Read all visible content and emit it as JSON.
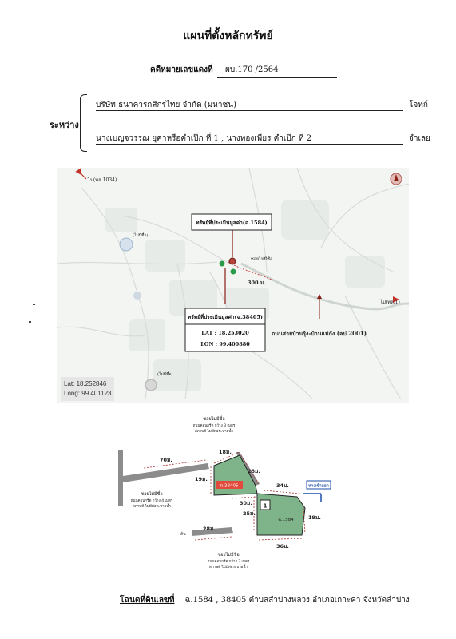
{
  "title": "แผนที่ตั้งหลักทรัพย์",
  "case": {
    "label": "คดีหมายเลขแดงที่",
    "value": "ผบ.170 /2564"
  },
  "between_label": "ระหว่าง",
  "parties": [
    {
      "name": "บริษัท  ธนาคารกสิกรไทย  จำกัด  (มหาชน)",
      "role": "โจทก์"
    },
    {
      "name": "นางเบญจวรรณ  ยุคาหรือคำเป๊ก  ที่ 1 , นางทองเพียร  คำเป๊ก  ที่ 2",
      "role": "จำเลย"
    }
  ],
  "map": {
    "road_top_left": "ไป(ทล.1034)",
    "road_right": "ไป(ทล.1)",
    "property_a_label": "ทรัพย์ที่ประเมินมูลค่า(ฉ.1584)",
    "property_b_label": "ทรัพย์ที่ประเมินมูลค่า(ฉ.38405)",
    "lat": "LAT : 18.253020",
    "lon": "LON : 99.400880",
    "alley_label": "ซอยไม่มีชื่อ",
    "distance_label": "300 ม.",
    "main_road_label": "ถนนสายบ้านรุ้ง-บ้านแม่กัง (ลป.2001)",
    "place_1": "(ไม่มีชื่อ)",
    "place_2": "(ไม่มีชื่อ)",
    "coord_lat": "Lat: 18.252846",
    "coord_long": "Long: 99.401123"
  },
  "plan": {
    "top_road_title": "ซอยไม่มีชื่อ",
    "top_road_desc_1": "ถนนคอนกรีต กว้าง 3 เมตร",
    "top_road_desc_2": "สภาพดี ไม่มีท่อระบายน้ำ",
    "left_road_title": "ซอยไม่มีชื่อ",
    "left_road_desc_1": "ถนนคอนกรีต กว้าง 4 เมตร",
    "left_road_desc_2": "สภาพดี ไม่มีท่อระบายน้ำ",
    "bottom_road_title": "ซอยไม่มีชื่อ",
    "bottom_road_desc_1": "ถนนคอนกรีต กว้าง 3 เมตร",
    "bottom_road_desc_2": "สภาพดี ไม่มีท่อระบายน้ำ",
    "dim_70": "70ม.",
    "dim_18": "18ม.",
    "dim_19a": "19ม.",
    "dim_28a": "28ม.",
    "dim_34": "34ม.",
    "dim_25": "25ม.",
    "dim_30": "30ม.",
    "dim_19b": "19ม.",
    "dim_28b": "28ม.",
    "dim_36": "36ม.",
    "parcel_a": "ฉ.38405",
    "parcel_b": "ฉ.1584",
    "building_no": "1",
    "entrance": "ทางเข้าออก",
    "start": "ต้น"
  },
  "footer": {
    "label": "โฉนดที่ดินเลขที่",
    "text": "ฉ.1584 , 38405  ตำบลสำปางหลวง  อำเภอเกาะคา  จังหวัดลำปาง"
  }
}
